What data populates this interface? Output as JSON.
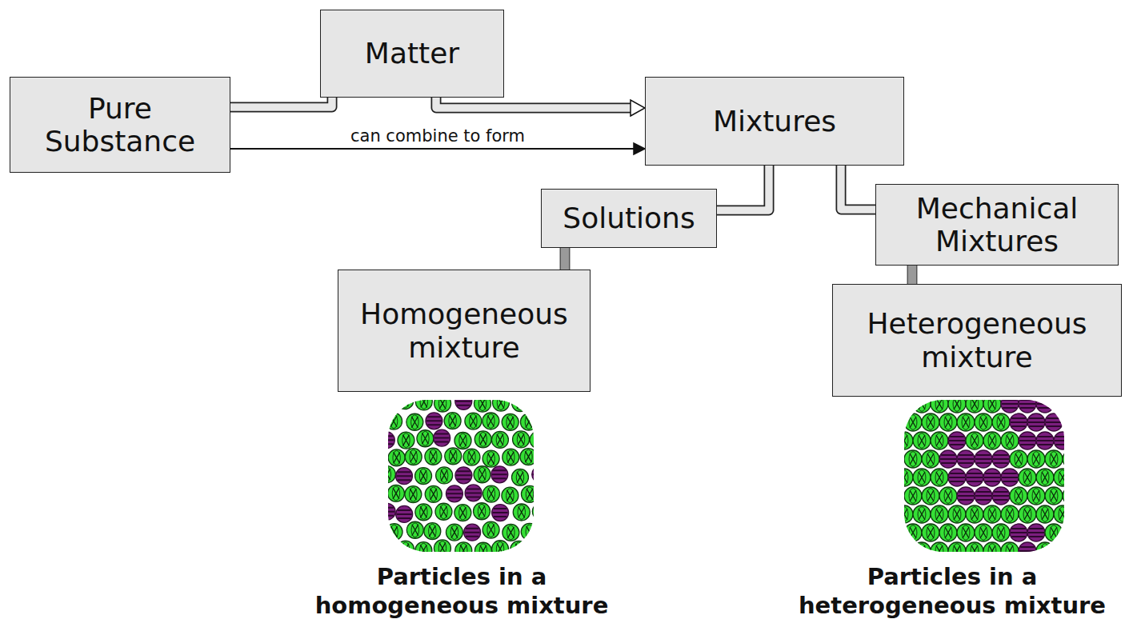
{
  "diagram": {
    "nodes": [
      {
        "text": [
          "Matter"
        ]
      },
      {
        "text": [
          "Pure Substance"
        ]
      },
      {
        "text": [
          "Mixtures"
        ]
      },
      {
        "text": [
          "Solutions"
        ]
      },
      {
        "text": [
          "Mechanical Mixtures"
        ]
      },
      {
        "text": [
          "Homogeneous mixture"
        ]
      },
      {
        "text": [
          "Heterogeneous mixture"
        ]
      }
    ],
    "edges": [
      {
        "from": 0,
        "to": 1,
        "arrow": "none"
      },
      {
        "from": 0,
        "to": 2,
        "arrow": "to"
      },
      {
        "from": 1,
        "to": 2,
        "label": "can combine to form",
        "arrow": "to"
      },
      {
        "from": 2,
        "to": 3,
        "arrow": "none"
      },
      {
        "from": 2,
        "to": 4,
        "arrow": "none"
      },
      {
        "from": 3,
        "to": 5,
        "arrow": "none"
      },
      {
        "from": 4,
        "to": 6,
        "arrow": "none"
      }
    ],
    "labels": [
      "Particles in a homogeneous mixture",
      "Particles in a heterogeneous mixture"
    ]
  }
}
